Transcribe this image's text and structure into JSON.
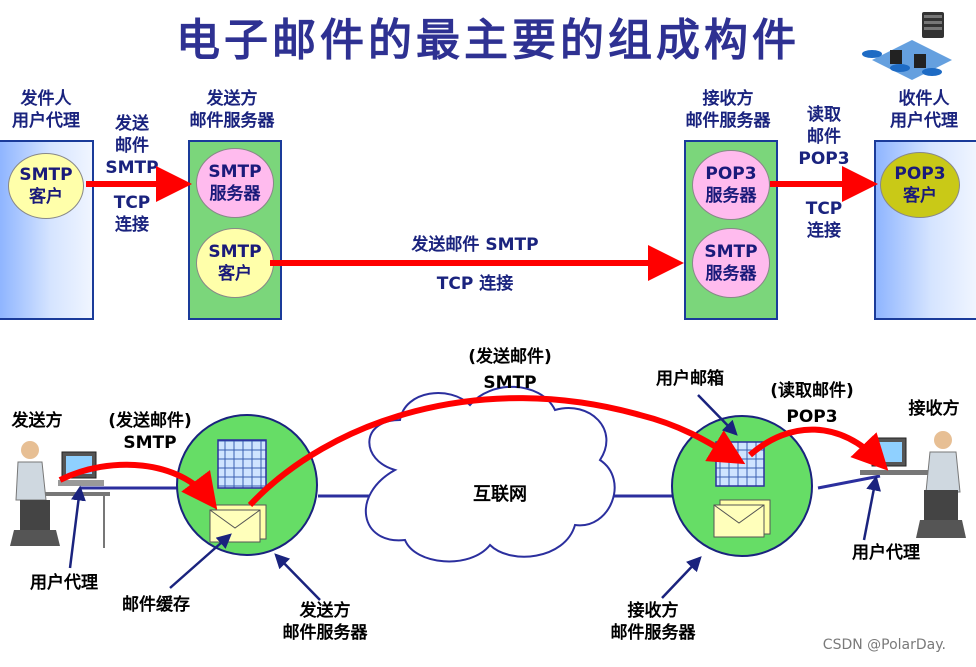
{
  "title": "电子邮件的最主要的组成构件",
  "top": {
    "sender_agent": [
      "发件人",
      "用户代理"
    ],
    "send_mail_1": [
      "发送",
      "邮件",
      "SMTP"
    ],
    "tcp_1": [
      "TCP",
      "连接"
    ],
    "sender_server": [
      "发送方",
      "邮件服务器"
    ],
    "receiver_server": [
      "接收方",
      "邮件服务器"
    ],
    "read_mail": [
      "读取",
      "邮件",
      "POP3"
    ],
    "tcp_2": [
      "TCP",
      "连接"
    ],
    "receiver_agent": [
      "收件人",
      "用户代理"
    ],
    "smtp_client_1": [
      "SMTP",
      "客户"
    ],
    "smtp_server_1": [
      "SMTP",
      "服务器"
    ],
    "smtp_client_2": [
      "SMTP",
      "客户"
    ],
    "pop3_server": [
      "POP3",
      "服务器"
    ],
    "smtp_server_2": [
      "SMTP",
      "服务器"
    ],
    "pop3_client": [
      "POP3",
      "客户"
    ],
    "send_mail_smtp": "发送邮件 SMTP",
    "tcp_connect": "TCP 连接"
  },
  "bottom": {
    "sender": "发送方",
    "send_mail_left": [
      "(发送邮件)",
      "SMTP"
    ],
    "send_mail_top": [
      "(发送邮件)",
      "SMTP"
    ],
    "mailbox": "用户邮箱",
    "read_mail": [
      "(读取邮件)",
      "POP3"
    ],
    "receiver": "接收方",
    "internet": "互联网",
    "user_agent_left": "用户代理",
    "mail_cache": "邮件缓存",
    "sender_server": [
      "发送方",
      "邮件服务器"
    ],
    "receiver_server": [
      "接收方",
      "邮件服务器"
    ],
    "user_agent_right": "用户代理"
  },
  "watermark": "CSDN @PolarDay.",
  "colors": {
    "title": "#2e3192",
    "arrow": "#ff0000",
    "server_green": "#7bd67b",
    "client_yellow": "#ffffaa",
    "server_pink": "#ffbbee",
    "pop3_client_olive": "#c9c917"
  }
}
